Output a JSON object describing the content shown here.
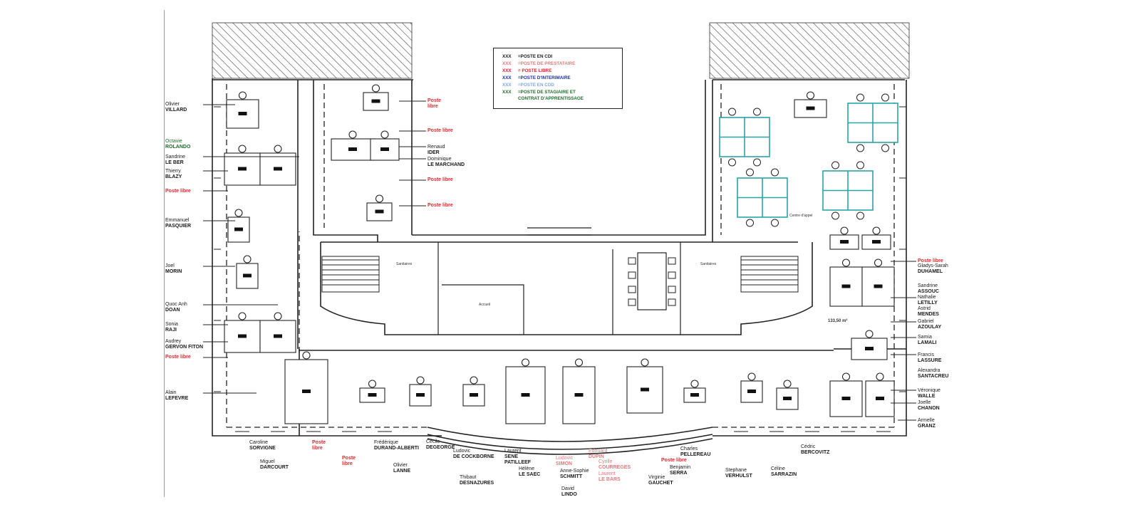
{
  "legend": {
    "items": [
      {
        "code": "XXX",
        "label": "=POSTE EN CDI",
        "color": "#1a1a1a"
      },
      {
        "code": "XXX",
        "label": "=POSTE DE PRESTATAIRE",
        "color": "#e5787c"
      },
      {
        "code": "XXX",
        "label": "= POSTE LIBRE",
        "color": "#e0262c"
      },
      {
        "code": "XXX",
        "label": "=POSTE D'INTERIMAIRE",
        "color": "#1b2fa8"
      },
      {
        "code": "XXX",
        "label": "=POSTE EN CDD",
        "color": "#7fa7e6"
      },
      {
        "code": "XXX",
        "label": "=POSTE DE STAGIAIRE ET",
        "label2": "CONTRAT D'APPRENTISSAGE",
        "color": "#1f6b2a"
      }
    ]
  },
  "rooms": {
    "sanitaires_left": "Sanitaires",
    "sanitaires_right": "Sanitaires",
    "accueil": "Accueil",
    "centre_appel_top": "Centre d'appel",
    "centre_appel_label": "Centre d'appel",
    "surface": "133,50 m²"
  },
  "people": {
    "left": [
      {
        "first": "Olivier",
        "last": "VILLARD",
        "type": "cdi"
      },
      {
        "first": "Octavie",
        "last": "ROLANDO",
        "type": "stage"
      },
      {
        "first": "Sandrine",
        "last": "LE BER",
        "type": "cdi"
      },
      {
        "first": "Thierry",
        "last": "BLAZY",
        "type": "cdi"
      },
      {
        "first": "Poste libre",
        "last": "",
        "type": "libre"
      },
      {
        "first": "Emmanuel",
        "last": "PASQUIER",
        "type": "cdi"
      },
      {
        "first": "Joel",
        "last": "MORIN",
        "type": "cdi"
      },
      {
        "first": "Quoc Anh",
        "last": "DOAN",
        "type": "cdi"
      },
      {
        "first": "Sonia",
        "last": "RAJI",
        "type": "cdi"
      },
      {
        "first": "Audrey",
        "last": "GERVON FITON",
        "type": "cdi"
      },
      {
        "first": "Poste libre",
        "last": "",
        "type": "libre"
      },
      {
        "first": "Alain",
        "last": "LEFEVRE",
        "type": "cdi"
      }
    ],
    "center_top": [
      {
        "first": "Poste",
        "last": "libre",
        "type": "libre"
      },
      {
        "first": "Poste libre",
        "last": "",
        "type": "libre"
      },
      {
        "first": "Renaud",
        "last": "IDER",
        "type": "cdi"
      },
      {
        "first": "Dominique",
        "last": "LE MARCHAND",
        "type": "cdi"
      },
      {
        "first": "Poste libre",
        "last": "",
        "type": "libre"
      },
      {
        "first": "Poste libre",
        "last": "",
        "type": "libre"
      }
    ],
    "right": [
      {
        "first": "Poste libre",
        "last": "",
        "type": "libre"
      },
      {
        "first": "Gladys-Sarah",
        "last": "DUHAMEL",
        "type": "cdi"
      },
      {
        "first": "Sandrine",
        "last": "ASSOUC",
        "type": "cdi"
      },
      {
        "first": "Nathalie",
        "last": "LETILLY",
        "type": "cdi"
      },
      {
        "first": "Astrid",
        "last": "MENDES",
        "type": "cdi"
      },
      {
        "first": "Gabriel",
        "last": "AZOULAY",
        "type": "cdi"
      },
      {
        "first": "Samia",
        "last": "LAMALI",
        "type": "cdi"
      },
      {
        "first": "Francis",
        "last": "LASSURE",
        "type": "cdi"
      },
      {
        "first": "Alexandra",
        "last": "SANTACREU",
        "type": "cdi"
      },
      {
        "first": "Véronique",
        "last": "WALLE",
        "type": "cdi"
      },
      {
        "first": "Joelle",
        "last": "CHANON",
        "type": "cdi"
      },
      {
        "first": "Armelle",
        "last": "GRANZ",
        "type": "cdi"
      }
    ],
    "bottom": [
      {
        "first": "Caroline",
        "last": "SORVIGNE",
        "type": "cdi"
      },
      {
        "first": "Miguel",
        "last": "DARCOURT",
        "type": "cdi"
      },
      {
        "first": "Poste",
        "last": "libre",
        "type": "libre"
      },
      {
        "first": "Poste",
        "last": "libre",
        "type": "libre"
      },
      {
        "first": "Frédérique",
        "last": "DURAND-ALBERTI",
        "type": "cdi"
      },
      {
        "first": "Olivier",
        "last": "LANNE",
        "type": "cdi"
      },
      {
        "first": "Cécile",
        "last": "DEGEORGE",
        "type": "cdi"
      },
      {
        "first": "Ludovic",
        "last": "DE COCKBORNE",
        "type": "cdi"
      },
      {
        "first": "Thibaut",
        "last": "DESNAZURES",
        "type": "cdi"
      },
      {
        "first": "Laurent",
        "last": "SENE",
        "last2": "PATILLEEF",
        "type": "cdi"
      },
      {
        "first": "Hélène",
        "last": "LE SAEC",
        "type": "cdi"
      },
      {
        "first": "Ludovic",
        "last": "SIMON",
        "type": "presta"
      },
      {
        "first": "Anne-Sophie",
        "last": "SCHMITT",
        "type": "cdi"
      },
      {
        "first": "David",
        "last": "LINDO",
        "type": "cdi"
      },
      {
        "first": "Edouard",
        "last": "DUPIN",
        "type": "presta"
      },
      {
        "first": "Cyrille",
        "last": "COURREGES",
        "type": "presta"
      },
      {
        "first": "Laurent",
        "last": "LE BARS",
        "type": "presta"
      },
      {
        "first": "Virginie",
        "last": "GAUCHET",
        "type": "cdi"
      },
      {
        "first": "Benjamin",
        "last": "SERRA",
        "type": "cdi"
      },
      {
        "first": "Poste libre",
        "last": "",
        "type": "libre"
      },
      {
        "first": "Charles",
        "last": "PELLEREAU",
        "type": "cdi"
      },
      {
        "first": "Stephane",
        "last": "VERHULST",
        "type": "cdi"
      },
      {
        "first": "Céline",
        "last": "SARRAZIN",
        "type": "cdi"
      },
      {
        "first": "Cédric",
        "last": "BERCOVITZ",
        "type": "cdi"
      }
    ]
  },
  "colors": {
    "wall": "#222222",
    "hatch": "#555555",
    "callcenter_desk": "#2aa3a8",
    "leader": "#222222"
  }
}
